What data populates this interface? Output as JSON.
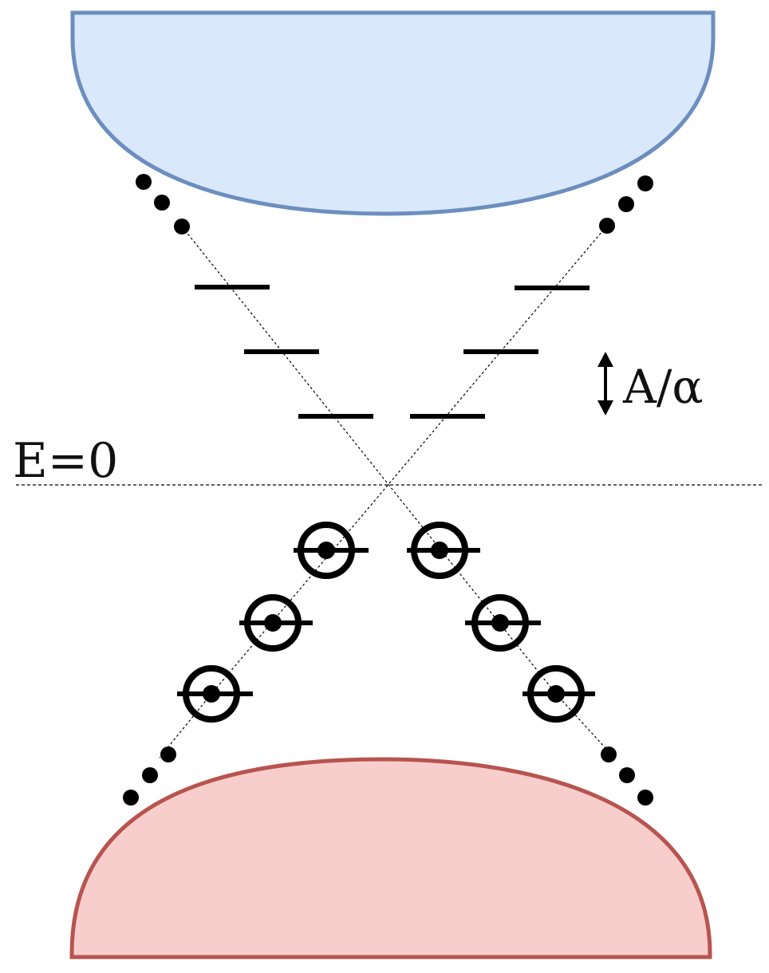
{
  "labels": {
    "zero_energy": "E=0",
    "level_spacing": "A/α"
  },
  "colors": {
    "upper_band_fill": "#dae8fc",
    "upper_band_stroke": "#6c8ebf",
    "lower_band_fill": "#f8cecc",
    "lower_band_stroke": "#b85450",
    "ink": "#000000"
  },
  "diagram": {
    "empty_levels_per_side": 3,
    "occupied_levels_per_side": 3,
    "continuation_dots_per_cluster": 3
  }
}
